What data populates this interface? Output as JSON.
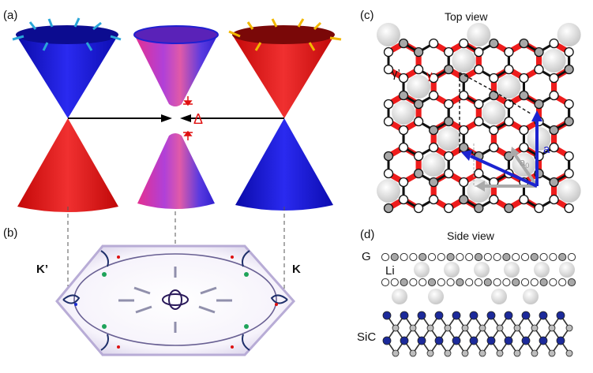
{
  "panels": {
    "a": {
      "label": "(a)",
      "gap_symbol": "Δ"
    },
    "b": {
      "label": "(b)",
      "k_prime": "K’",
      "k": "K"
    },
    "c": {
      "label": "(c)",
      "title": "Top view",
      "gamma_prime": "γ’",
      "gamma": "γ",
      "a0": "a",
      "a0_sub": "0",
      "a": "a"
    },
    "d": {
      "label": "(d)",
      "title": "Side view",
      "graphene": "G",
      "lithium": "Li",
      "substrate": "SiC"
    }
  },
  "colors": {
    "blue": "#1a1adc",
    "red": "#e01010",
    "magenta": "#e0308c",
    "purple": "#7a3ad0",
    "arrow_cyan": "#2aa6d8",
    "arrow_yellow": "#f2b800",
    "bond_red": "#ee1c1c",
    "atom_gray": "#a8a8a8",
    "si_blue": "#1c2a9a"
  }
}
